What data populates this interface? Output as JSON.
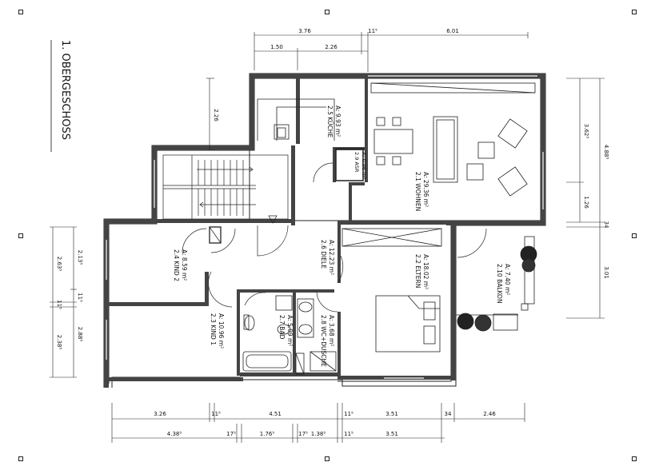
{
  "title": "1. OBERGESCHOSS",
  "rooms": [
    {
      "id": "wohnen",
      "name": "2.1 WOHNEN",
      "area": "A: 29.36 m²"
    },
    {
      "id": "eltern",
      "name": "2.2 ELTERN",
      "area": "A: 18.02 m²"
    },
    {
      "id": "kind1",
      "name": "2.3 KIND 1",
      "area": "A: 10.96 m²"
    },
    {
      "id": "kind2",
      "name": "2.4 KIND 2",
      "area": "A: 8.59 m²"
    },
    {
      "id": "kueche",
      "name": "2.5 KÜCHE",
      "area": "A: 9.93 m²"
    },
    {
      "id": "diele",
      "name": "2.6 DIELE",
      "area": "A: 12.23 m²"
    },
    {
      "id": "bad",
      "name": "2.7 BAD",
      "area": "A: 5.09 m²"
    },
    {
      "id": "wc",
      "name": "2.8 WC+DUSCHE",
      "area": "A: 3.68 m²"
    },
    {
      "id": "asr",
      "name": "2.9 ASR",
      "area": "A: 0.96 m²"
    },
    {
      "id": "balkon",
      "name": "2.10 BALKON",
      "area": "A: 7.40 m²"
    }
  ],
  "dimensions": {
    "top_row1": [
      "3.76",
      "11⁵",
      "6.01"
    ],
    "top_row2": [
      "1.50",
      "2.26"
    ],
    "stair_vertical": "2.26",
    "right_outer": [
      "4.88⁵",
      "34",
      "3.01"
    ],
    "right_inner": [
      "3.62⁵",
      "1.26"
    ],
    "left_outer": [
      "2.63⁵",
      "11⁵",
      "2.38⁵"
    ],
    "left_inner": [
      "2.13⁵",
      "11⁵",
      "2.88⁵"
    ],
    "bottom_row1": [
      "3.26",
      "11⁵",
      "4.51",
      "11⁵",
      "3.51",
      "34",
      "2.46"
    ],
    "bottom_row2": [
      "4.38⁵",
      "17⁵",
      "1.76⁵",
      "17⁵",
      "1.38⁵",
      "11⁵",
      "3.51"
    ]
  }
}
